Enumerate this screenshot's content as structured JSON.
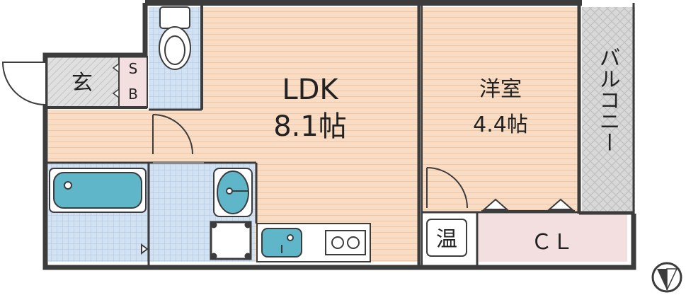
{
  "rooms": {
    "ldk": {
      "name": "LDK",
      "size": "8.1帖"
    },
    "western": {
      "name": "洋室",
      "size": "4.4帖"
    },
    "entrance": {
      "name": "玄"
    },
    "shoebox": {
      "top": "S",
      "bottom": "B"
    },
    "closet": {
      "name": "ＣＬ"
    },
    "water_heater": {
      "name": "温"
    },
    "balcony": {
      "name": "バルコニー"
    }
  },
  "colors": {
    "floor_wood": "#f9dcc4",
    "wet_tile": "#d3e2f3",
    "fixture": "#5fb6c9",
    "balcony": "#d8d8d8",
    "entrance_tile": "#dcdcdc",
    "closet": "#f4dfe0",
    "wall": "#3c3c3c"
  },
  "icons": {
    "north": "north-arrow-icon"
  }
}
